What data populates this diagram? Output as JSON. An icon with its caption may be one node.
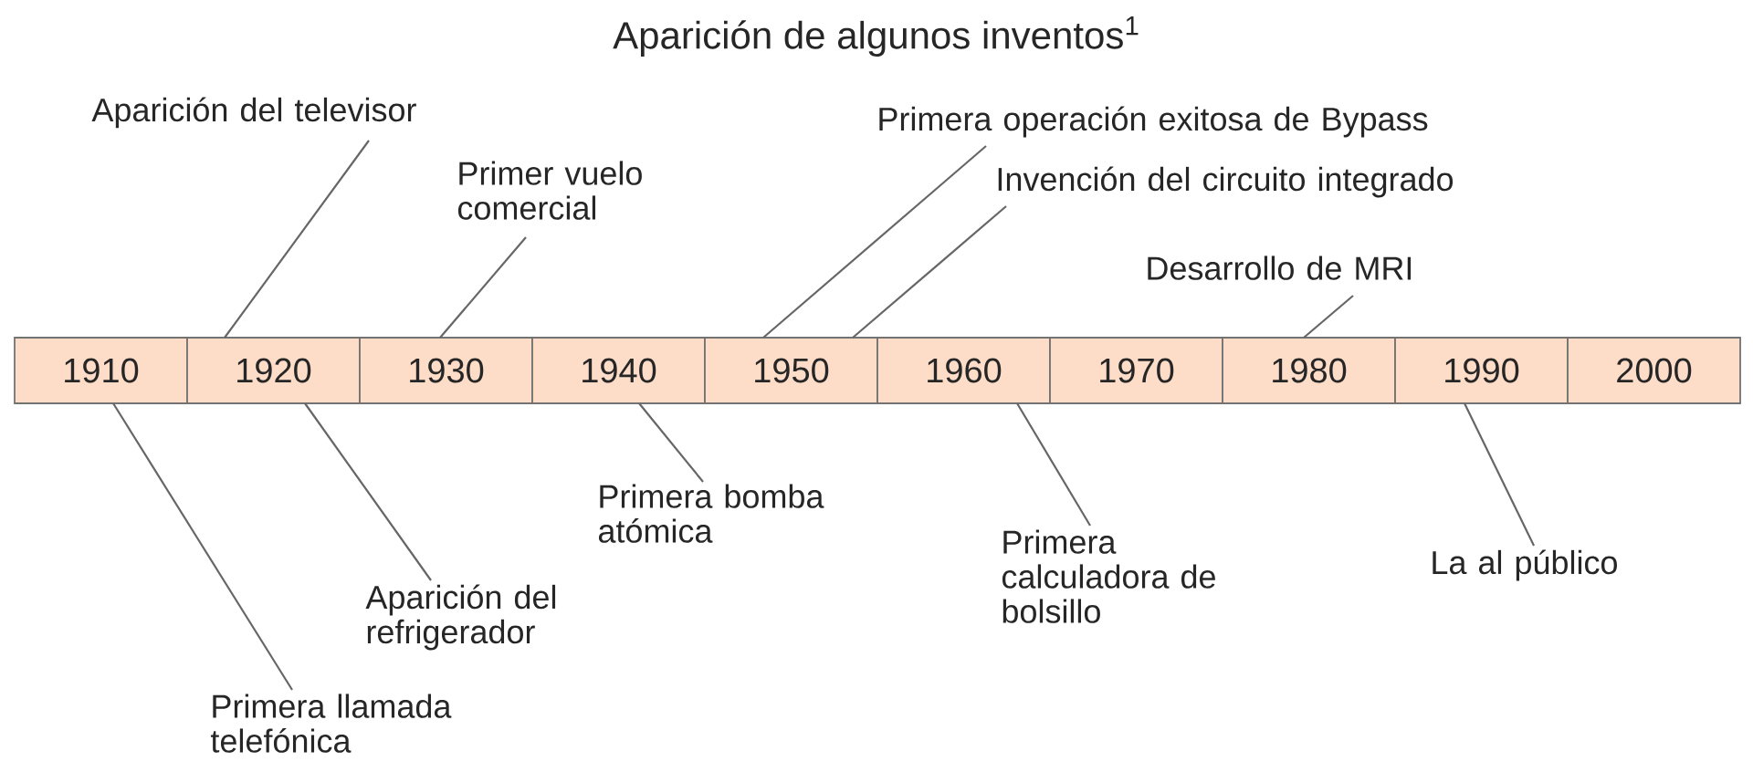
{
  "diagram": {
    "title": "Aparición de algunos inventos$^{1}$",
    "nodes": [
      {
        "text": [
          "1910"
        ]
      },
      {
        "text": [
          "1920"
        ]
      },
      {
        "text": [
          "1930"
        ]
      },
      {
        "text": [
          "1940"
        ]
      },
      {
        "text": [
          "1950"
        ]
      },
      {
        "text": [
          "1960"
        ]
      },
      {
        "text": [
          "1970"
        ]
      },
      {
        "text": [
          "1980"
        ]
      },
      {
        "text": [
          "1990"
        ]
      },
      {
        "text": [
          "2000"
        ]
      },
      {
        "text": [
          "Aparición del televisor"
        ]
      },
      {
        "text": [
          "Primer vuelo comercial"
        ]
      },
      {
        "text": [
          "Primera operación exitosa de Bypass"
        ]
      },
      {
        "text": [
          "Invención del circuito integrado"
        ]
      },
      {
        "text": [
          "Desarrollo de MRI"
        ]
      },
      {
        "text": [
          "Primera bomba atómica"
        ]
      },
      {
        "text": [
          "Primera calculadora de bolsillo"
        ]
      },
      {
        "text": [
          "Aparición del refrigerador"
        ]
      },
      {
        "text": [
          "Primera llamada telefónica"
        ]
      },
      {
        "text": [
          "La al público"
        ]
      }
    ],
    "edges": [
      {
        "from": 10,
        "to": 1,
        "arrow": "none"
      },
      {
        "from": 11,
        "to": 2,
        "arrow": "none"
      },
      {
        "from": 12,
        "to": 4,
        "arrow": "none"
      },
      {
        "from": 13,
        "to": 4,
        "arrow": "none"
      },
      {
        "from": 14,
        "to": 7,
        "arrow": "none"
      },
      {
        "from": 15,
        "to": 3,
        "arrow": "none"
      },
      {
        "from": 16,
        "to": 5,
        "arrow": "none"
      },
      {
        "from": 17,
        "to": 1,
        "arrow": "none"
      },
      {
        "from": 18,
        "to": 0,
        "arrow": "none"
      },
      {
        "from": 19,
        "to": 8,
        "arrow": "none"
      }
    ]
  }
}
